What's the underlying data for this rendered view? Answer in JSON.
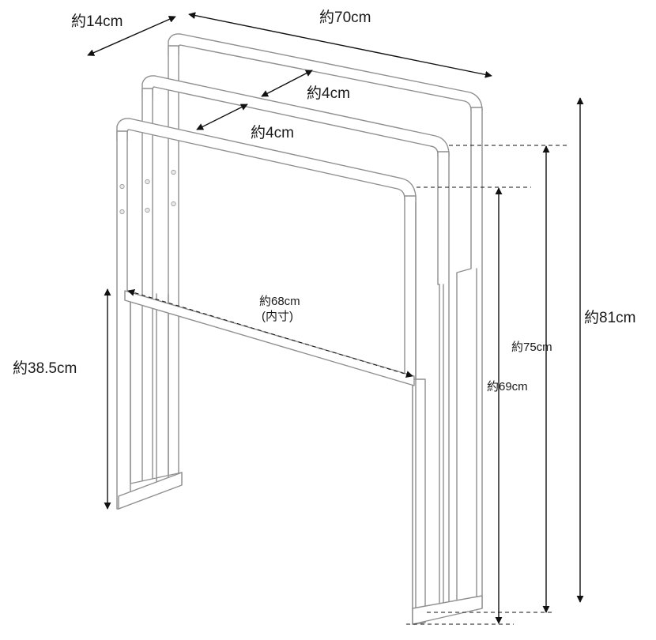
{
  "dimensions": {
    "depth": "約14cm",
    "width": "約70cm",
    "rail_gap_upper": "約4cm",
    "rail_gap_lower": "約4cm",
    "inner_width": "約68cm",
    "inner_width_note": "(内寸)",
    "low_bar_height": "約38.5cm",
    "middle_height": "約75cm",
    "front_height": "約69cm",
    "total_height": "約81cm"
  },
  "colors": {
    "frame": "#ffffff",
    "frame_outline": "#8f8f8f",
    "dimension_line": "#111111",
    "text": "#1a1a1a"
  }
}
